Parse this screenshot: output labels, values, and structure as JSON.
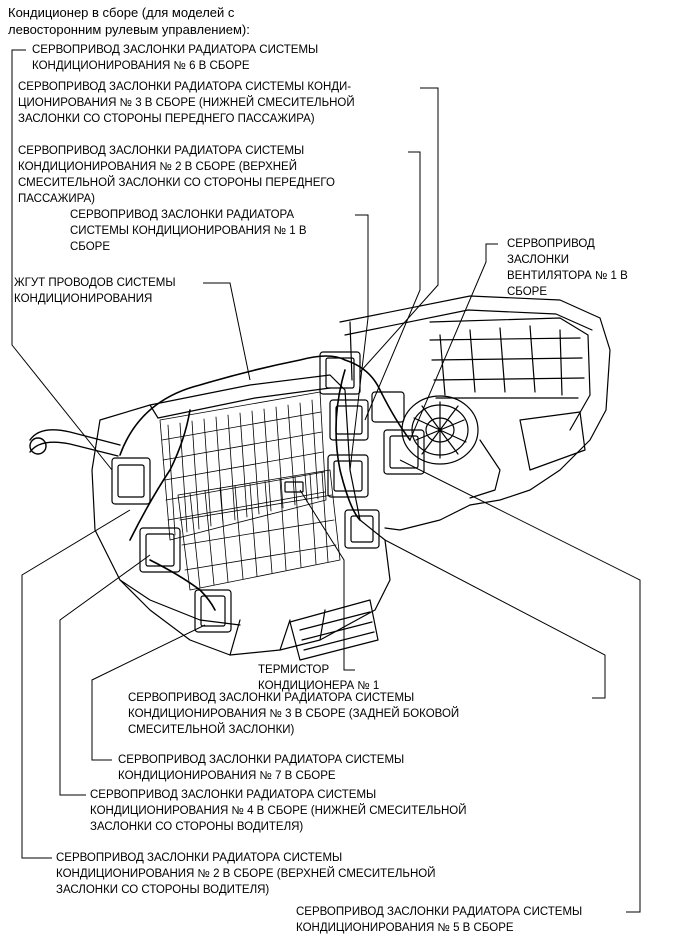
{
  "title": "Кондиционер в сборе (для моделей с\nлевосторонним рулевым управлением):",
  "labels": {
    "servo6": "СЕРВОПРИВОД ЗАСЛОНКИ РАДИАТОРА СИСТЕМЫ\nКОНДИЦИОНИРОВАНИЯ № 6 В СБОРЕ",
    "servo3_lower_passenger": "СЕРВОПРИВОД ЗАСЛОНКИ РАДИАТОРА СИСТЕМЫ КОНДИ-\nЦИОНИРОВАНИЯ № 3 В СБОРЕ (НИЖНЕЙ СМЕСИТЕЛЬНОЙ\nЗАСЛОНКИ СО СТОРОНЫ ПЕРЕДНЕГО ПАССАЖИРА)",
    "servo2_upper_passenger": "СЕРВОПРИВОД ЗАСЛОНКИ РАДИАТОРА СИСТЕМЫ\nКОНДИЦИОНИРОВАНИЯ № 2 В СБОРЕ (ВЕРХНЕЙ\nСМЕСИТЕЛЬНОЙ ЗАСЛОНКИ СО СТОРОНЫ ПЕРЕДНЕГО\nПАССАЖИРА)",
    "servo1": "СЕРВОПРИВОД ЗАСЛОНКИ РАДИАТОРА\nСИСТЕМЫ КОНДИЦИОНИРОВАНИЯ № 1 В\nСБОРЕ",
    "blower_servo": "СЕРВОПРИВОД\nЗАСЛОНКИ\nВЕНТИЛЯТОРА № 1 В\nСБОРЕ",
    "harness": "ЖГУТ ПРОВОДОВ СИСТЕМЫ\nКОНДИЦИОНИРОВАНИЯ",
    "thermistor": "ТЕРМИСТОР\nКОНДИЦИОНЕРА № 1",
    "servo3_rear_side": "СЕРВОПРИВОД ЗАСЛОНКИ РАДИАТОРА СИСТЕМЫ\nКОНДИЦИОНИРОВАНИЯ № 3 В СБОРЕ (ЗАДНЕЙ БОКОВОЙ\nСМЕСИТЕЛЬНОЙ ЗАСЛОНКИ)",
    "servo7": "СЕРВОПРИВОД ЗАСЛОНКИ РАДИАТОРА СИСТЕМЫ\nКОНДИЦИОНИРОВАНИЯ № 7 В СБОРЕ",
    "servo4_lower_driver": "СЕРВОПРИВОД ЗАСЛОНКИ РАДИАТОРА СИСТЕМЫ\nКОНДИЦИОНИРОВАНИЯ № 4 В СБОРЕ (НИЖНЕЙ СМЕСИТЕЛЬНОЙ\nЗАСЛОНКИ СО СТОРОНЫ ВОДИТЕЛЯ)",
    "servo2_upper_driver": "СЕРВОПРИВОД ЗАСЛОНКИ РАДИАТОРА СИСТЕМЫ\nКОНДИЦИОНИРОВАНИЯ № 2 В СБОРЕ (ВЕРХНЕЙ СМЕСИТЕЛЬНОЙ\nЗАСЛОНКИ СО СТОРОНЫ ВОДИТЕЛЯ)",
    "servo5": "СЕРВОПРИВОД ЗАСЛОНКИ РАДИАТОРА СИСТЕМЫ\nКОНДИЦИОНИРОВАНИЯ № 5 В СБОРЕ"
  }
}
